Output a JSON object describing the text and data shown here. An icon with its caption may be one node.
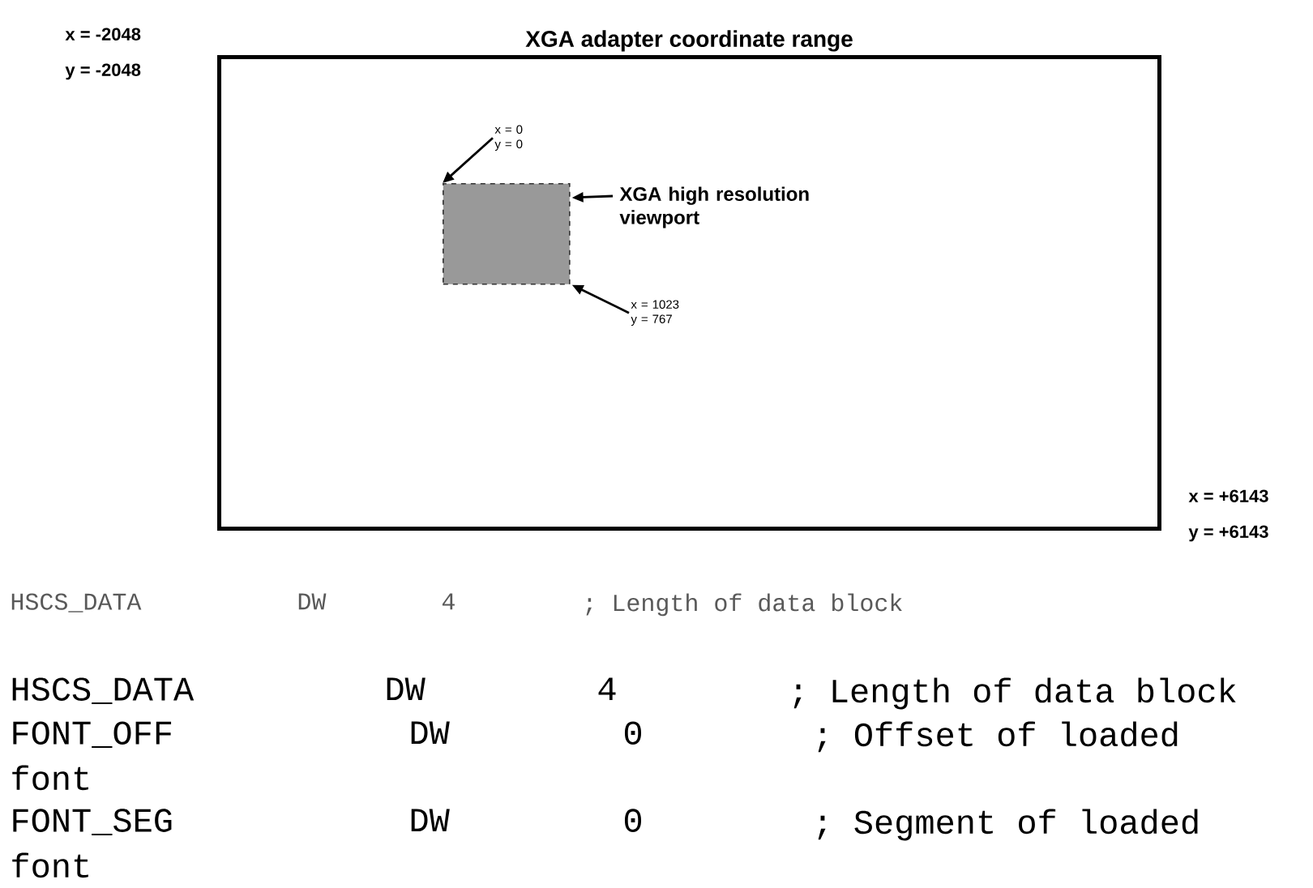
{
  "diagram": {
    "nodes": [
      {
        "text": [
          "XGA adapter coordinate range"
        ]
      },
      {
        "text": [],
        "shape": "box",
        "in": 0
      },
      {
        "text": [
          "x = 0",
          "y = 0"
        ],
        "in": 0
      },
      {
        "text": [
          "XGA high resolution viewport"
        ],
        "in": 0
      },
      {
        "text": [
          "x = 1023",
          "y = 767"
        ],
        "in": 0
      }
    ],
    "edges": [
      {
        "from": 2,
        "to": 1,
        "arrow": "to"
      },
      {
        "from": 3,
        "to": 1,
        "arrow": "to"
      },
      {
        "from": 4,
        "to": 1,
        "arrow": "to"
      }
    ],
    "labels": [
      "x = -2048",
      "y = -2048",
      "x = +6143",
      "y = +6143",
      "HSCS_DATA",
      "DW",
      "4",
      "; Length of data block",
      "HSCS_DATA",
      "DW",
      "4",
      "; Length of data block",
      "FONT_OFF",
      "DW",
      "0",
      "; Offset of loaded font",
      "FONT_SEG",
      "DW",
      "0",
      "; Segment of loaded font"
    ]
  }
}
